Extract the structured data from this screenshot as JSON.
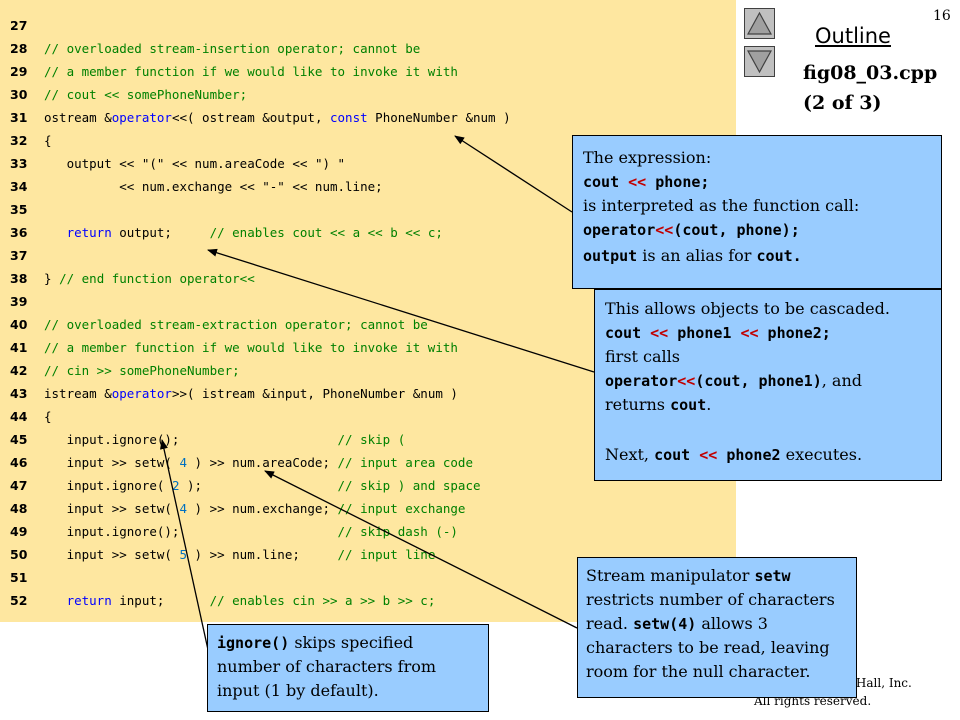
{
  "slide_number": "16",
  "outline": {
    "title": "Outline",
    "file_name": "fig08_03.cpp",
    "file_part": "(2 of 3)",
    "nav_up_icon": "triangle-up-icon",
    "nav_down_icon": "triangle-down-icon"
  },
  "code_lines": [
    {
      "num": "27",
      "segments": []
    },
    {
      "num": "28",
      "segments": [
        {
          "t": "comment",
          "s": "// overloaded stream-insertion operator; cannot be"
        }
      ]
    },
    {
      "num": "29",
      "segments": [
        {
          "t": "comment",
          "s": "// a member function if we would like to invoke it with"
        }
      ]
    },
    {
      "num": "30",
      "segments": [
        {
          "t": "comment",
          "s": "// cout << somePhoneNumber;"
        }
      ]
    },
    {
      "num": "31",
      "segments": [
        {
          "t": "plain",
          "s": "ostream &"
        },
        {
          "t": "keyword",
          "s": "operator"
        },
        {
          "t": "plain",
          "s": "<<( ostream &output, "
        },
        {
          "t": "keyword",
          "s": "const"
        },
        {
          "t": "plain",
          "s": " PhoneNumber &num )"
        }
      ]
    },
    {
      "num": "32",
      "segments": [
        {
          "t": "plain",
          "s": "{"
        }
      ]
    },
    {
      "num": "33",
      "segments": [
        {
          "t": "plain",
          "s": "   output << "
        },
        {
          "t": "string",
          "s": "\"(\""
        },
        {
          "t": "plain",
          "s": " << num.areaCode << "
        },
        {
          "t": "string",
          "s": "\") \""
        }
      ]
    },
    {
      "num": "34",
      "segments": [
        {
          "t": "plain",
          "s": "          << num.exchange << "
        },
        {
          "t": "string",
          "s": "\"-\""
        },
        {
          "t": "plain",
          "s": " << num.line;"
        }
      ]
    },
    {
      "num": "35",
      "segments": []
    },
    {
      "num": "36",
      "segments": [
        {
          "t": "plain",
          "s": "   "
        },
        {
          "t": "keyword",
          "s": "return"
        },
        {
          "t": "plain",
          "s": " output;     "
        },
        {
          "t": "comment",
          "s": "// enables cout << a << b << c;"
        }
      ]
    },
    {
      "num": "37",
      "segments": []
    },
    {
      "num": "38",
      "segments": [
        {
          "t": "plain",
          "s": "} "
        },
        {
          "t": "comment",
          "s": "// end function operator<<"
        }
      ]
    },
    {
      "num": "39",
      "segments": []
    },
    {
      "num": "40",
      "segments": [
        {
          "t": "comment",
          "s": "// overloaded stream-extraction operator; cannot be"
        }
      ]
    },
    {
      "num": "41",
      "segments": [
        {
          "t": "comment",
          "s": "// a member function if we would like to invoke it with"
        }
      ]
    },
    {
      "num": "42",
      "segments": [
        {
          "t": "comment",
          "s": "// cin >> somePhoneNumber;"
        }
      ]
    },
    {
      "num": "43",
      "segments": [
        {
          "t": "plain",
          "s": "istream &"
        },
        {
          "t": "keyword",
          "s": "operator"
        },
        {
          "t": "plain",
          "s": ">>( istream &input, PhoneNumber &num )"
        }
      ]
    },
    {
      "num": "44",
      "segments": [
        {
          "t": "plain",
          "s": "{"
        }
      ]
    },
    {
      "num": "45",
      "segments": [
        {
          "t": "plain",
          "s": "   input.ignore();                     "
        },
        {
          "t": "comment",
          "s": "// skip ("
        }
      ]
    },
    {
      "num": "46",
      "segments": [
        {
          "t": "plain",
          "s": "   input >> setw( "
        },
        {
          "t": "number",
          "s": "4"
        },
        {
          "t": "plain",
          "s": " ) >> num.areaCode; "
        },
        {
          "t": "comment",
          "s": "// input area code"
        }
      ]
    },
    {
      "num": "47",
      "segments": [
        {
          "t": "plain",
          "s": "   input.ignore( "
        },
        {
          "t": "number",
          "s": "2"
        },
        {
          "t": "plain",
          "s": " );                  "
        },
        {
          "t": "comment",
          "s": "// skip ) and space"
        }
      ]
    },
    {
      "num": "48",
      "segments": [
        {
          "t": "plain",
          "s": "   input >> setw( "
        },
        {
          "t": "number",
          "s": "4"
        },
        {
          "t": "plain",
          "s": " ) >> num.exchange; "
        },
        {
          "t": "comment",
          "s": "// input exchange"
        }
      ]
    },
    {
      "num": "49",
      "segments": [
        {
          "t": "plain",
          "s": "   input.ignore();                     "
        },
        {
          "t": "comment",
          "s": "// skip dash (-)"
        }
      ]
    },
    {
      "num": "50",
      "segments": [
        {
          "t": "plain",
          "s": "   input >> setw( "
        },
        {
          "t": "number",
          "s": "5"
        },
        {
          "t": "plain",
          "s": " ) >> num.line;     "
        },
        {
          "t": "comment",
          "s": "// input line"
        }
      ]
    },
    {
      "num": "51",
      "segments": []
    },
    {
      "num": "52",
      "segments": [
        {
          "t": "plain",
          "s": "   "
        },
        {
          "t": "keyword",
          "s": "return"
        },
        {
          "t": "plain",
          "s": " input;      "
        },
        {
          "t": "comment",
          "s": "// enables cin >> a >> b >> c;"
        }
      ]
    }
  ],
  "callouts": {
    "expression": {
      "l1": "The expression:",
      "l2_a": "cout ",
      "l2_op": "<<",
      "l2_b": " phone;",
      "l3": "is interpreted as the function call:",
      "l4_a": "operator",
      "l4_op": "<<",
      "l4_b": "(cout, phone);",
      "l5_a": "output",
      "l5_b": " is an alias for ",
      "l5_c": "cout."
    },
    "cascade": {
      "l1": "This allows objects to be cascaded.",
      "l2_a": "cout ",
      "l2_op1": "<<",
      "l2_b": " phone1 ",
      "l2_op2": "<<",
      "l2_c": " phone2;",
      "l3": "first calls",
      "l4_a": "operator",
      "l4_op": "<<",
      "l4_b": "(cout, phone1)",
      "l4_c": ", and",
      "l5_a": "returns ",
      "l5_b": "cout",
      "l5_c": ".",
      "l6_a": "Next, ",
      "l6_b": "cout ",
      "l6_op": "<<",
      "l6_c": " phone2",
      "l6_d": " executes."
    },
    "setw": {
      "l1_a": "Stream manipulator ",
      "l1_b": "setw",
      "l2": "restricts number of characters",
      "l3_a": "read. ",
      "l3_b": "setw(4)",
      "l3_c": " allows 3",
      "l4": "characters to be read, leaving",
      "l5": "room for the null character."
    },
    "ignore": {
      "l1_a": "ignore()",
      "l1_b": " skips specified",
      "l2": "number of characters from",
      "l3": "input (1 by default)."
    }
  },
  "copyright": {
    "line1": "e Hall, Inc.",
    "line2": "All rights reserved."
  }
}
